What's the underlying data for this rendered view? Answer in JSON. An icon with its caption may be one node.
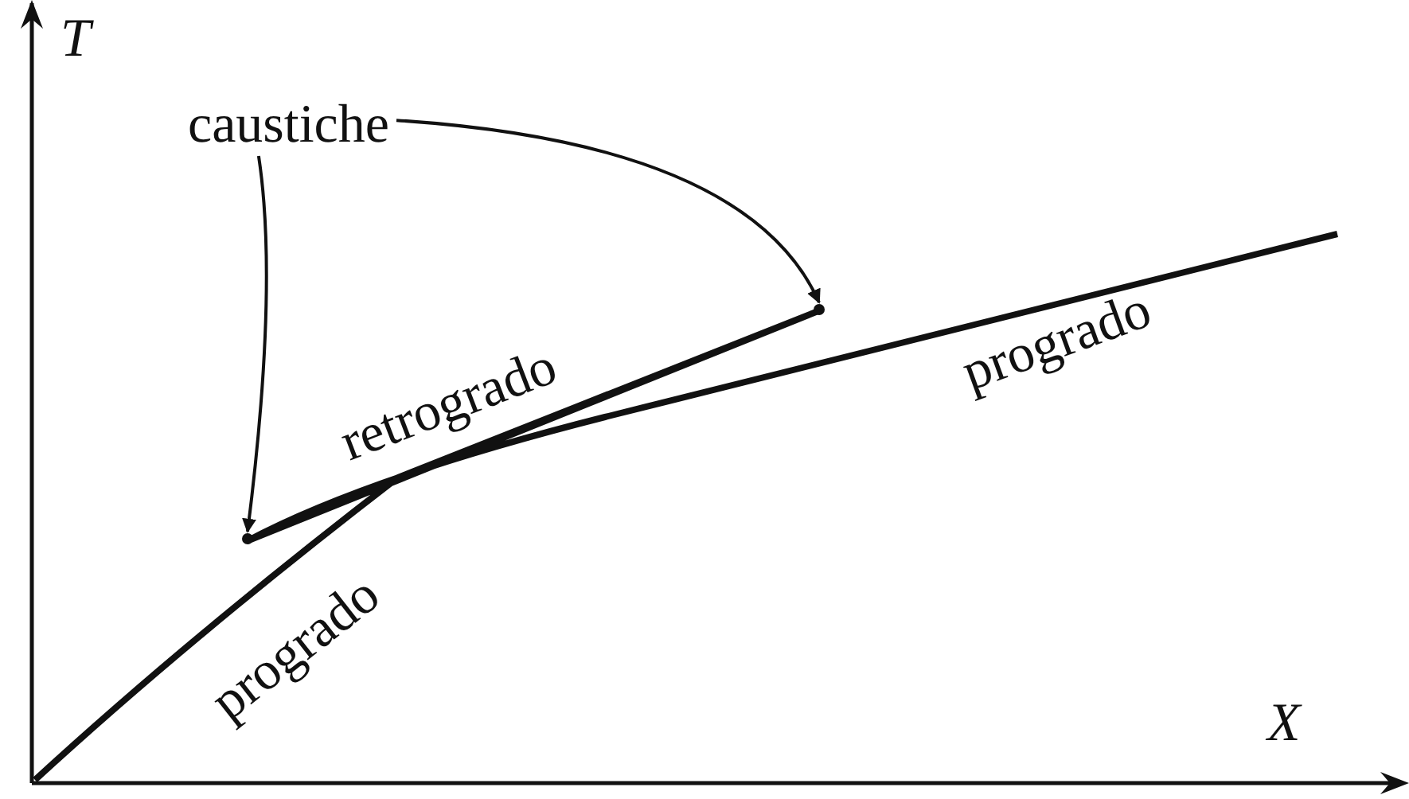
{
  "diagram": {
    "nodes": [
      {
        "text": [
          "caustiche"
        ]
      },
      {
        "text": [],
        "shape": "point"
      },
      {
        "text": [],
        "shape": "point"
      }
    ],
    "edges": [
      {
        "from": 0,
        "to": 1,
        "arrow": "to"
      },
      {
        "from": 0,
        "to": 2,
        "arrow": "to"
      }
    ],
    "labels": [
      "T",
      "X",
      "retrogrado",
      "progrado",
      "progrado"
    ]
  }
}
